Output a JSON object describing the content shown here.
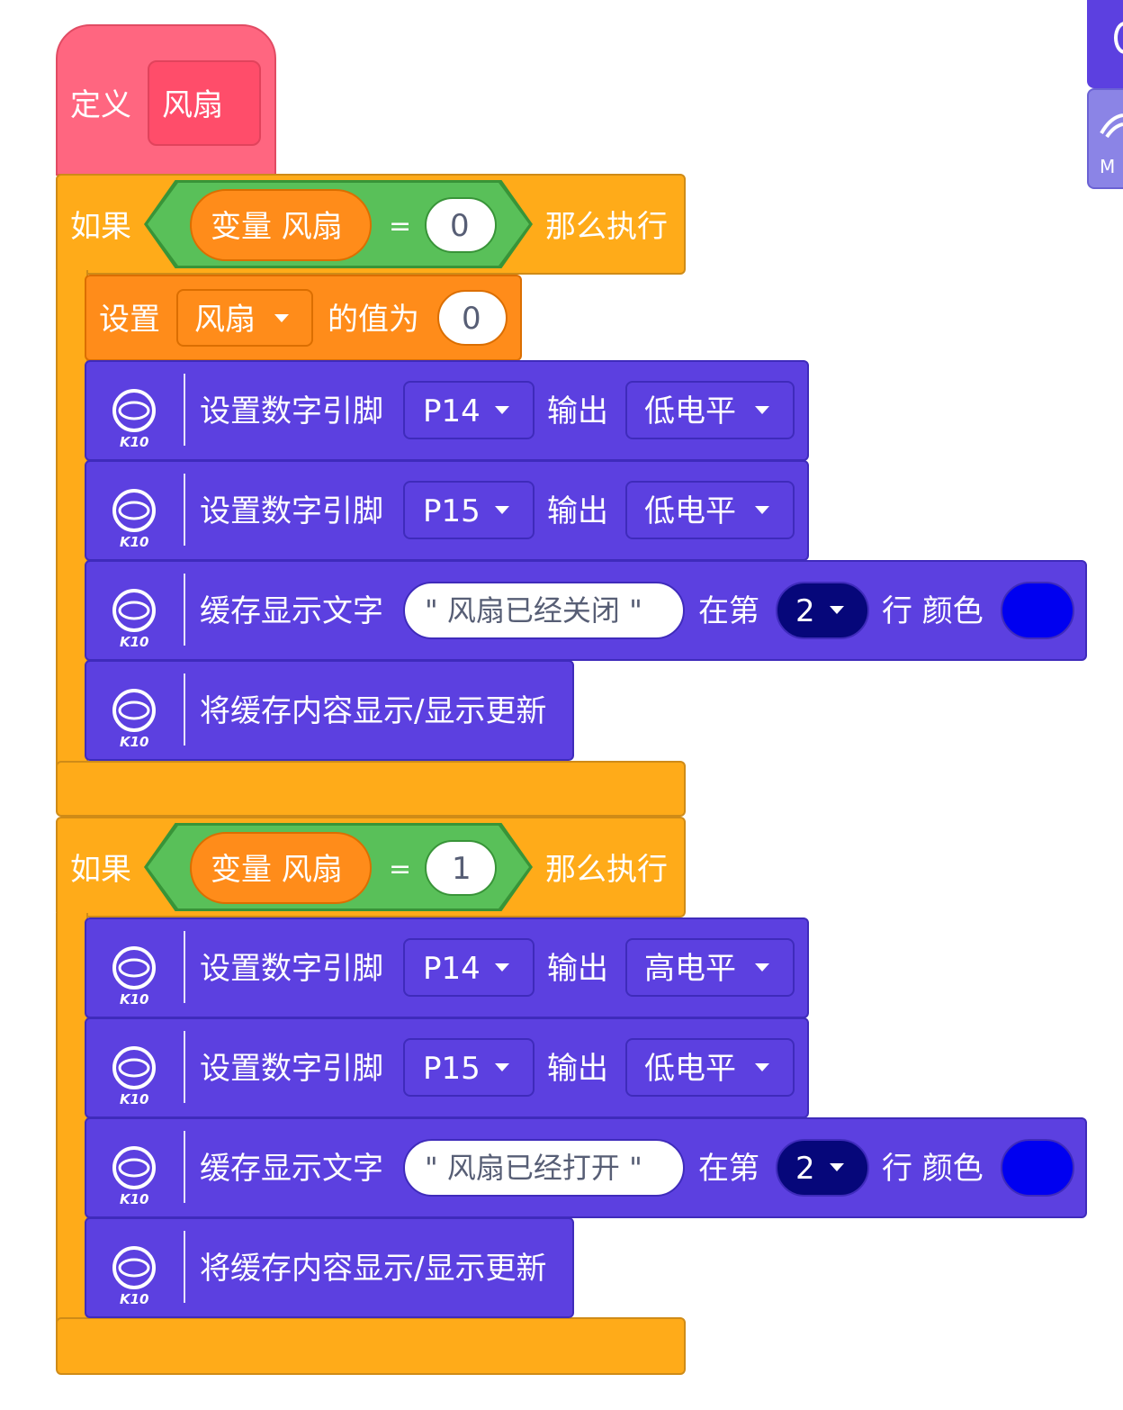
{
  "define": {
    "keyword": "定义",
    "name": "风扇"
  },
  "if_label": "如果",
  "then_label": "那么执行",
  "icon": {
    "name": "k10-board-icon",
    "label": "K10"
  },
  "cond1": {
    "var_label": "变量 风扇",
    "op": "=",
    "value": "0"
  },
  "cond2": {
    "var_label": "变量 风扇",
    "op": "=",
    "value": "1"
  },
  "set_var": {
    "label": "设置",
    "var": "风扇",
    "value_label": "的值为",
    "value": "0"
  },
  "digital": {
    "label": "设置数字引脚",
    "output_label": "输出"
  },
  "buffer_text": {
    "label": "缓存显示文字",
    "row_label": "在第",
    "color_label": "行 颜色"
  },
  "show_update": {
    "label": "将缓存内容显示/显示更新"
  },
  "branch1": {
    "pins": [
      {
        "pin": "P14",
        "level": "低电平"
      },
      {
        "pin": "P15",
        "level": "低电平"
      }
    ],
    "text": "\" 风扇已经关闭 \"",
    "row": "2",
    "color": "#0000f0"
  },
  "branch2": {
    "pins": [
      {
        "pin": "P14",
        "level": "高电平"
      },
      {
        "pin": "P15",
        "level": "低电平"
      }
    ],
    "text": "\" 风扇已经打开 \"",
    "row": "2",
    "color": "#0000f0"
  },
  "palette_partial": {
    "label": "M"
  }
}
